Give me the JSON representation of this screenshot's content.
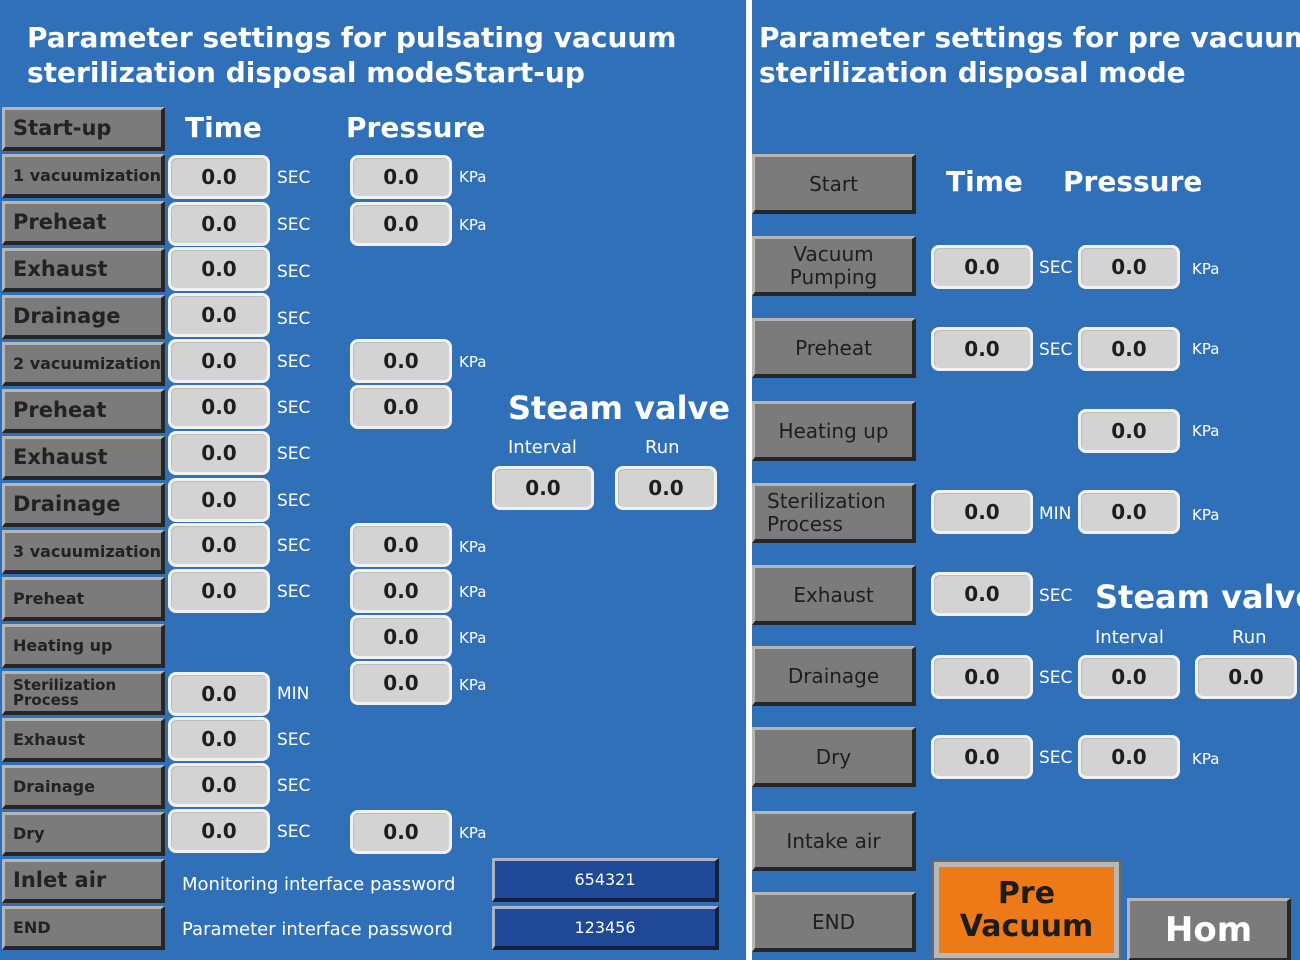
{
  "left": {
    "title_line1": "Parameter settings for pulsating vacuum",
    "title_line2": "sterilization disposal modeStart-up",
    "time_header": "Time",
    "pressure_header": "Pressure",
    "steps": [
      {
        "label": "Start-up"
      },
      {
        "label": "1 vacuumization",
        "time": "0.0",
        "time_unit": "SEC",
        "pressure": "0.0",
        "pressure_unit": "KPa"
      },
      {
        "label": "Preheat",
        "time": "0.0",
        "time_unit": "SEC",
        "pressure": "0.0",
        "pressure_unit": "KPa"
      },
      {
        "label": "Exhaust",
        "time": "0.0",
        "time_unit": "SEC"
      },
      {
        "label": "Drainage",
        "time": "0.0",
        "time_unit": "SEC"
      },
      {
        "label": "2 vacuumization",
        "time": "0.0",
        "time_unit": "SEC",
        "pressure": "0.0",
        "pressure_unit": "KPa"
      },
      {
        "label": "Preheat",
        "time": "0.0",
        "time_unit": "SEC",
        "pressure": "0.0"
      },
      {
        "label": "Exhaust",
        "time": "0.0",
        "time_unit": "SEC"
      },
      {
        "label": "Drainage",
        "time": "0.0",
        "time_unit": "SEC"
      },
      {
        "label": "3 vacuumization",
        "time": "0.0",
        "time_unit": "SEC",
        "pressure": "0.0",
        "pressure_unit": "KPa"
      },
      {
        "label": "Preheat",
        "time": "0.0",
        "time_unit": "SEC",
        "pressure": "0.0",
        "pressure_unit": "KPa"
      },
      {
        "label": "Heating up",
        "pressure": "0.0",
        "pressure_unit": "KPa"
      },
      {
        "label": "Sterilization Process",
        "time": "0.0",
        "time_unit": "MIN",
        "pressure": "0.0",
        "pressure_unit": "KPa"
      },
      {
        "label": "Exhaust",
        "time": "0.0",
        "time_unit": "SEC"
      },
      {
        "label": "Drainage",
        "time": "0.0",
        "time_unit": "SEC"
      },
      {
        "label": "Dry",
        "time": "0.0",
        "time_unit": "SEC",
        "pressure": "0.0",
        "pressure_unit": "KPa"
      },
      {
        "label": "Inlet air"
      },
      {
        "label": "END"
      }
    ],
    "steam_valve": {
      "title": "Steam valve",
      "interval_label": "Interval",
      "run_label": "Run",
      "interval": "0.0",
      "run": "0.0"
    },
    "monitoring_password_label": "Monitoring interface password",
    "monitoring_password": "654321",
    "parameter_password_label": "Parameter interface password",
    "parameter_password": "123456"
  },
  "right": {
    "title_line1": "Parameter settings for pre vacuum",
    "title_line2": "sterilization disposal mode",
    "time_header": "Time",
    "pressure_header": "Pressure",
    "steps": [
      {
        "label": "Start"
      },
      {
        "label": "Vacuum Pumping",
        "time": "0.0",
        "time_unit": "SEC",
        "pressure": "0.0",
        "pressure_unit": "KPa"
      },
      {
        "label": "Preheat",
        "time": "0.0",
        "time_unit": "SEC",
        "pressure": "0.0",
        "pressure_unit": "KPa"
      },
      {
        "label": "Heating up",
        "pressure": "0.0",
        "pressure_unit": "KPa"
      },
      {
        "label": "Sterilization Process",
        "time": "0.0",
        "time_unit": "MIN",
        "pressure": "0.0",
        "pressure_unit": "KPa"
      },
      {
        "label": "Exhaust",
        "time": "0.0",
        "time_unit": "SEC"
      },
      {
        "label": "Drainage",
        "time": "0.0",
        "time_unit": "SEC"
      },
      {
        "label": "Dry",
        "time": "0.0",
        "time_unit": "SEC",
        "pressure": "0.0",
        "pressure_unit": "KPa"
      },
      {
        "label": "Intake air"
      },
      {
        "label": "END"
      }
    ],
    "steam_valve": {
      "title": "Steam valve",
      "interval_label": "Interval",
      "run_label": "Run",
      "interval": "0.0",
      "run": "0.0"
    },
    "pre_vacuum_line1": "Pre",
    "pre_vacuum_line2": "Vacuum",
    "home_label": "Hom"
  },
  "colors": {
    "panel_blue": "#2f70b8",
    "accent_orange": "#ee7a17",
    "password_blue": "#1f4897",
    "button_gray": "#7b7b7b",
    "field_gray": "#d3d3d3"
  }
}
